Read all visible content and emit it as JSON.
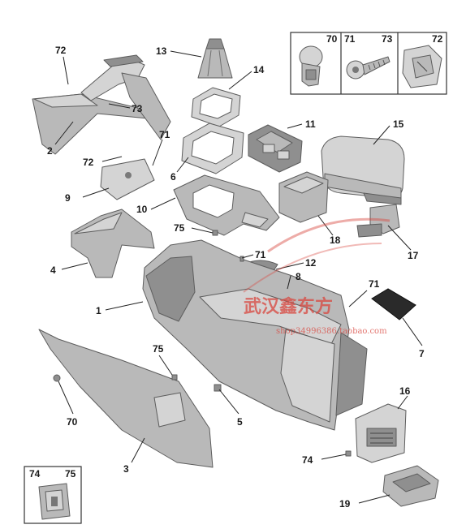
{
  "callouts": [
    "72",
    "73",
    "13",
    "14",
    "11",
    "15",
    "2",
    "72",
    "71",
    "6",
    "9",
    "10",
    "75",
    "18",
    "17",
    "4",
    "71",
    "12",
    "8",
    "71",
    "1",
    "7",
    "75",
    "70",
    "16",
    "5",
    "3",
    "74",
    "19"
  ],
  "inset_top": {
    "labels": [
      "70",
      "71",
      "73",
      "72"
    ]
  },
  "inset_bottom": {
    "labels": [
      "74",
      "75"
    ]
  },
  "watermark": {
    "text": "武汉鑫东方",
    "url": "shop34996386.taobao.com"
  },
  "colors": {
    "part_fill": "#b9b9b9",
    "part_light": "#d4d4d4",
    "part_dark": "#8f8f8f",
    "outline": "#5d5d5d",
    "watermark": "#d9473f"
  }
}
